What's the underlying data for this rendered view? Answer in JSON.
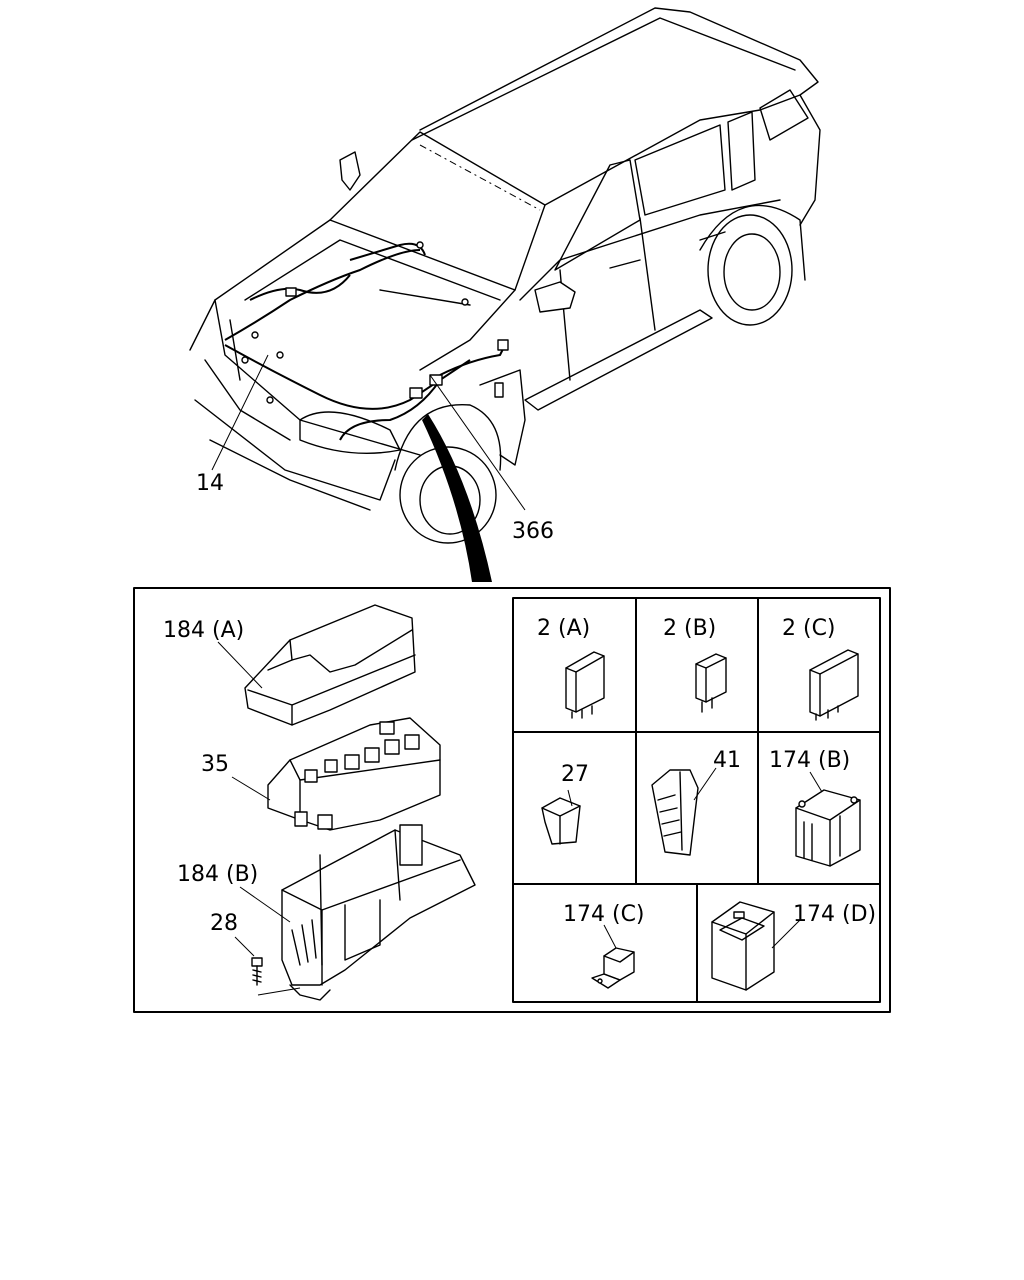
{
  "vehicle_callouts": [
    "14",
    "366"
  ],
  "fuse_box_callouts": [
    "184 (A)",
    "35",
    "184 (B)",
    "28"
  ],
  "parts_grid": {
    "row1": [
      "2 (A)",
      "2 (B)",
      "2 (C)"
    ],
    "row2": [
      "27",
      "41",
      "174 (B)"
    ],
    "row3": [
      "174 (C)",
      "174 (D)"
    ]
  }
}
